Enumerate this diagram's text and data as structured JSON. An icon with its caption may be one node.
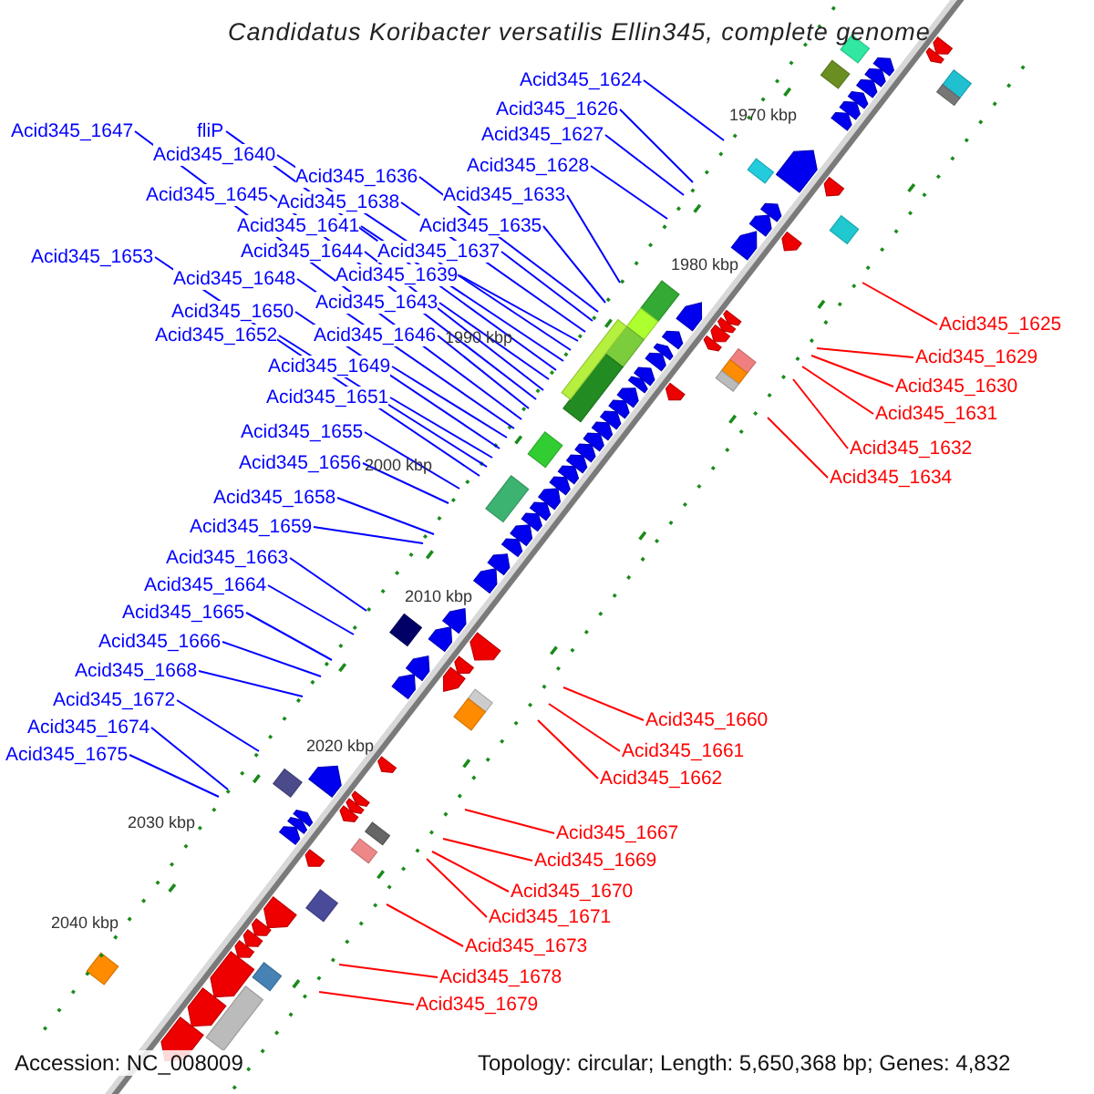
{
  "diagram": {
    "title": "Candidatus Koribacter versatilis Ellin345, complete genome",
    "nodes": [
      {
        "text": [
          "Acid345_1624"
        ]
      },
      {
        "text": [
          "Acid345_1626"
        ]
      },
      {
        "text": [
          "Acid345_1627"
        ]
      },
      {
        "text": [
          "Acid345_1647"
        ]
      },
      {
        "text": [
          "fliP"
        ]
      },
      {
        "text": [
          "Acid345_1640"
        ]
      },
      {
        "text": [
          "Acid345_1628"
        ]
      },
      {
        "text": [
          "Acid345_1636"
        ]
      },
      {
        "text": [
          "Acid345_1633"
        ]
      },
      {
        "text": [
          "Acid345_1645"
        ]
      },
      {
        "text": [
          "Acid345_1638"
        ]
      },
      {
        "text": [
          "Acid345_1641"
        ]
      },
      {
        "text": [
          "Acid345_1635"
        ]
      },
      {
        "text": [
          "Acid345_1644"
        ]
      },
      {
        "text": [
          "Acid345_1637"
        ]
      },
      {
        "text": [
          "Acid345_1653"
        ]
      },
      {
        "text": [
          "Acid345_1639"
        ]
      },
      {
        "text": [
          "Acid345_1648"
        ]
      },
      {
        "text": [
          "Acid345_1643"
        ]
      },
      {
        "text": [
          "Acid345_1650"
        ]
      },
      {
        "text": [
          "Acid345_1625"
        ]
      },
      {
        "text": [
          "Acid345_1652"
        ]
      },
      {
        "text": [
          "Acid345_1646"
        ]
      },
      {
        "text": [
          "Acid345_1629"
        ]
      },
      {
        "text": [
          "Acid345_1649"
        ]
      },
      {
        "text": [
          "Acid345_1630"
        ]
      },
      {
        "text": [
          "Acid345_1651"
        ]
      },
      {
        "text": [
          "Acid345_1631"
        ]
      },
      {
        "text": [
          "Acid345_1655"
        ]
      },
      {
        "text": [
          "Acid345_1632"
        ]
      },
      {
        "text": [
          "Acid345_1656"
        ]
      },
      {
        "text": [
          "Acid345_1634"
        ]
      },
      {
        "text": [
          "Acid345_1658"
        ]
      },
      {
        "text": [
          "Acid345_1659"
        ]
      },
      {
        "text": [
          "Acid345_1663"
        ]
      },
      {
        "text": [
          "Acid345_1664"
        ]
      },
      {
        "text": [
          "Acid345_1665"
        ]
      },
      {
        "text": [
          "Acid345_1666"
        ]
      },
      {
        "text": [
          "Acid345_1668"
        ]
      },
      {
        "text": [
          "Acid345_1672"
        ]
      },
      {
        "text": [
          "Acid345_1660"
        ]
      },
      {
        "text": [
          "Acid345_1674"
        ]
      },
      {
        "text": [
          "Acid345_1661"
        ]
      },
      {
        "text": [
          "Acid345_1675"
        ]
      },
      {
        "text": [
          "Acid345_1662"
        ]
      },
      {
        "text": [
          "Acid345_1667"
        ]
      },
      {
        "text": [
          "Acid345_1669"
        ]
      },
      {
        "text": [
          "Acid345_1670"
        ]
      },
      {
        "text": [
          "Acid345_1671"
        ]
      },
      {
        "text": [
          "Acid345_1673"
        ]
      },
      {
        "text": [
          "Acid345_1678"
        ]
      },
      {
        "text": [
          "Acid345_1679"
        ]
      }
    ],
    "edges": [
      {
        "from": 0,
        "to": null,
        "arrow": "none"
      },
      {
        "from": 1,
        "to": null,
        "arrow": "none"
      },
      {
        "from": 2,
        "to": null,
        "arrow": "none"
      },
      {
        "from": 3,
        "to": null,
        "arrow": "none"
      },
      {
        "from": 4,
        "to": null,
        "arrow": "none"
      },
      {
        "from": 5,
        "to": null,
        "arrow": "none"
      },
      {
        "from": 6,
        "to": null,
        "arrow": "none"
      },
      {
        "from": 7,
        "to": null,
        "arrow": "none"
      },
      {
        "from": 8,
        "to": null,
        "arrow": "none"
      },
      {
        "from": 9,
        "to": null,
        "arrow": "none"
      },
      {
        "from": 10,
        "to": null,
        "arrow": "none"
      },
      {
        "from": 11,
        "to": null,
        "arrow": "none"
      },
      {
        "from": 12,
        "to": null,
        "arrow": "none"
      },
      {
        "from": 13,
        "to": null,
        "arrow": "none"
      },
      {
        "from": 14,
        "to": null,
        "arrow": "none"
      },
      {
        "from": 15,
        "to": null,
        "arrow": "none"
      },
      {
        "from": 16,
        "to": null,
        "arrow": "none"
      },
      {
        "from": 17,
        "to": null,
        "arrow": "none"
      },
      {
        "from": 18,
        "to": null,
        "arrow": "none"
      },
      {
        "from": 19,
        "to": null,
        "arrow": "none"
      },
      {
        "from": 20,
        "to": null,
        "arrow": "none",
        "color": "#ff0000"
      },
      {
        "from": 21,
        "to": null,
        "arrow": "none"
      },
      {
        "from": 22,
        "to": null,
        "arrow": "none"
      },
      {
        "from": 23,
        "to": null,
        "arrow": "none",
        "color": "#ff0000"
      },
      {
        "from": 24,
        "to": null,
        "arrow": "none"
      },
      {
        "from": 25,
        "to": null,
        "arrow": "none",
        "color": "#ff0000"
      },
      {
        "from": 26,
        "to": null,
        "arrow": "none"
      },
      {
        "from": 27,
        "to": null,
        "arrow": "none",
        "color": "#ff0000"
      },
      {
        "from": 28,
        "to": null,
        "arrow": "none"
      },
      {
        "from": 29,
        "to": null,
        "arrow": "none",
        "color": "#ff0000"
      },
      {
        "from": 30,
        "to": null,
        "arrow": "none"
      },
      {
        "from": 31,
        "to": null,
        "arrow": "none",
        "color": "#ff0000"
      },
      {
        "from": 32,
        "to": null,
        "arrow": "none"
      },
      {
        "from": 33,
        "to": null,
        "arrow": "none"
      },
      {
        "from": 34,
        "to": null,
        "arrow": "none"
      },
      {
        "from": 35,
        "to": null,
        "arrow": "none"
      },
      {
        "from": 36,
        "to": null,
        "arrow": "none"
      },
      {
        "from": 37,
        "to": null,
        "arrow": "none"
      },
      {
        "from": 38,
        "to": null,
        "arrow": "none"
      },
      {
        "from": 39,
        "to": null,
        "arrow": "none"
      },
      {
        "from": 40,
        "to": null,
        "arrow": "none",
        "color": "#ff0000"
      },
      {
        "from": 41,
        "to": null,
        "arrow": "none"
      },
      {
        "from": 42,
        "to": null,
        "arrow": "none",
        "color": "#ff0000"
      },
      {
        "from": 43,
        "to": null,
        "arrow": "none"
      },
      {
        "from": 44,
        "to": null,
        "arrow": "none",
        "color": "#ff0000"
      },
      {
        "from": 45,
        "to": null,
        "arrow": "none",
        "color": "#ff0000"
      },
      {
        "from": 46,
        "to": null,
        "arrow": "none",
        "color": "#ff0000"
      },
      {
        "from": 47,
        "to": null,
        "arrow": "none",
        "color": "#ff0000"
      },
      {
        "from": 48,
        "to": null,
        "arrow": "none",
        "color": "#ff0000"
      },
      {
        "from": 49,
        "to": null,
        "arrow": "none",
        "color": "#ff0000"
      },
      {
        "from": 50,
        "to": null,
        "arrow": "none",
        "color": "#ff0000"
      },
      {
        "from": 51,
        "to": null,
        "arrow": "none",
        "color": "#ff0000"
      }
    ],
    "labels": [
      "1970 kbp",
      "1980 kbp",
      "1990 kbp",
      "2000 kbp",
      "2010 kbp",
      "2020 kbp",
      "2030 kbp",
      "2040 kbp",
      "Accession: NC_008009",
      "Topology: circular; Length: 5,650,368 bp; Genes: 4,832"
    ]
  }
}
